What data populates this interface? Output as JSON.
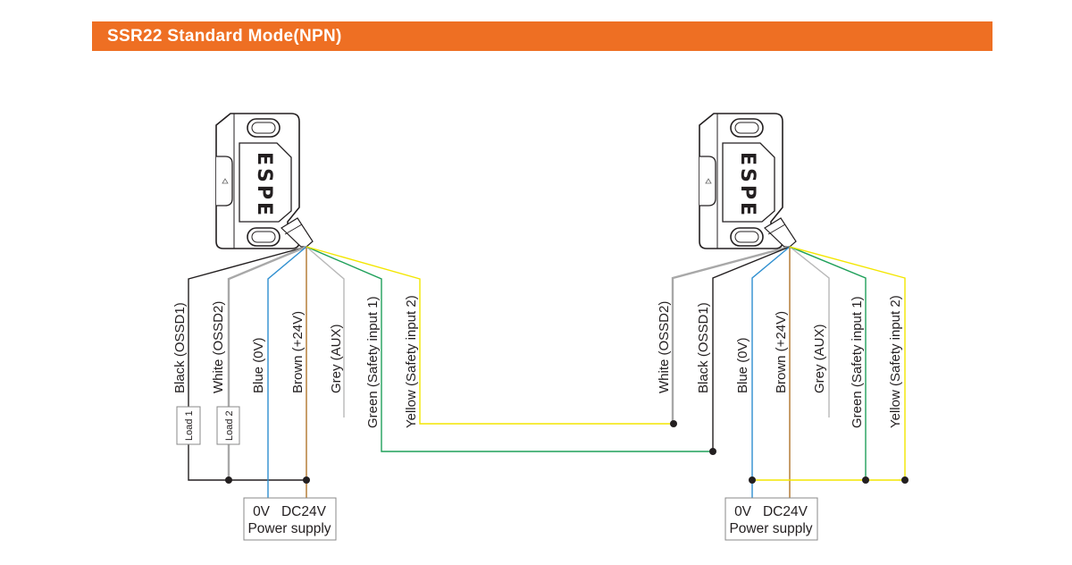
{
  "header": {
    "title": "SSR22 Standard Mode(NPN)",
    "color": "#ee6f23"
  },
  "wire_colors": {
    "black": "#231f20",
    "white": "#a8a8a8",
    "blue": "#2f8fd0",
    "brown": "#b0742a",
    "grey": "#b8b8b8",
    "green": "#1fa05a",
    "yellow": "#f3e600"
  },
  "left_sensor": {
    "logo": "ESPE",
    "wires": {
      "black": "Black (OSSD1)",
      "white": "White (OSSD2)",
      "blue": "Blue (0V)",
      "brown": "Brown (+24V)",
      "grey": "Grey (AUX)",
      "green": "Green (Safety input 1)",
      "yellow": "Yellow (Safety input 2)"
    },
    "loads": [
      "Load 1",
      "Load 2"
    ],
    "power_supply": {
      "terminals": "0V   DC24V",
      "label": "Power supply"
    }
  },
  "right_sensor": {
    "logo": "ESPE",
    "wires": {
      "white": "White (OSSD2)",
      "black": "Black (OSSD1)",
      "blue": "Blue (0V)",
      "brown": "Brown (+24V)",
      "grey": "Grey (AUX)",
      "green": "Green (Safety input 1)",
      "yellow": "Yellow (Safety input 2)"
    },
    "power_supply": {
      "terminals": "0V   DC24V",
      "label": "Power supply"
    }
  }
}
